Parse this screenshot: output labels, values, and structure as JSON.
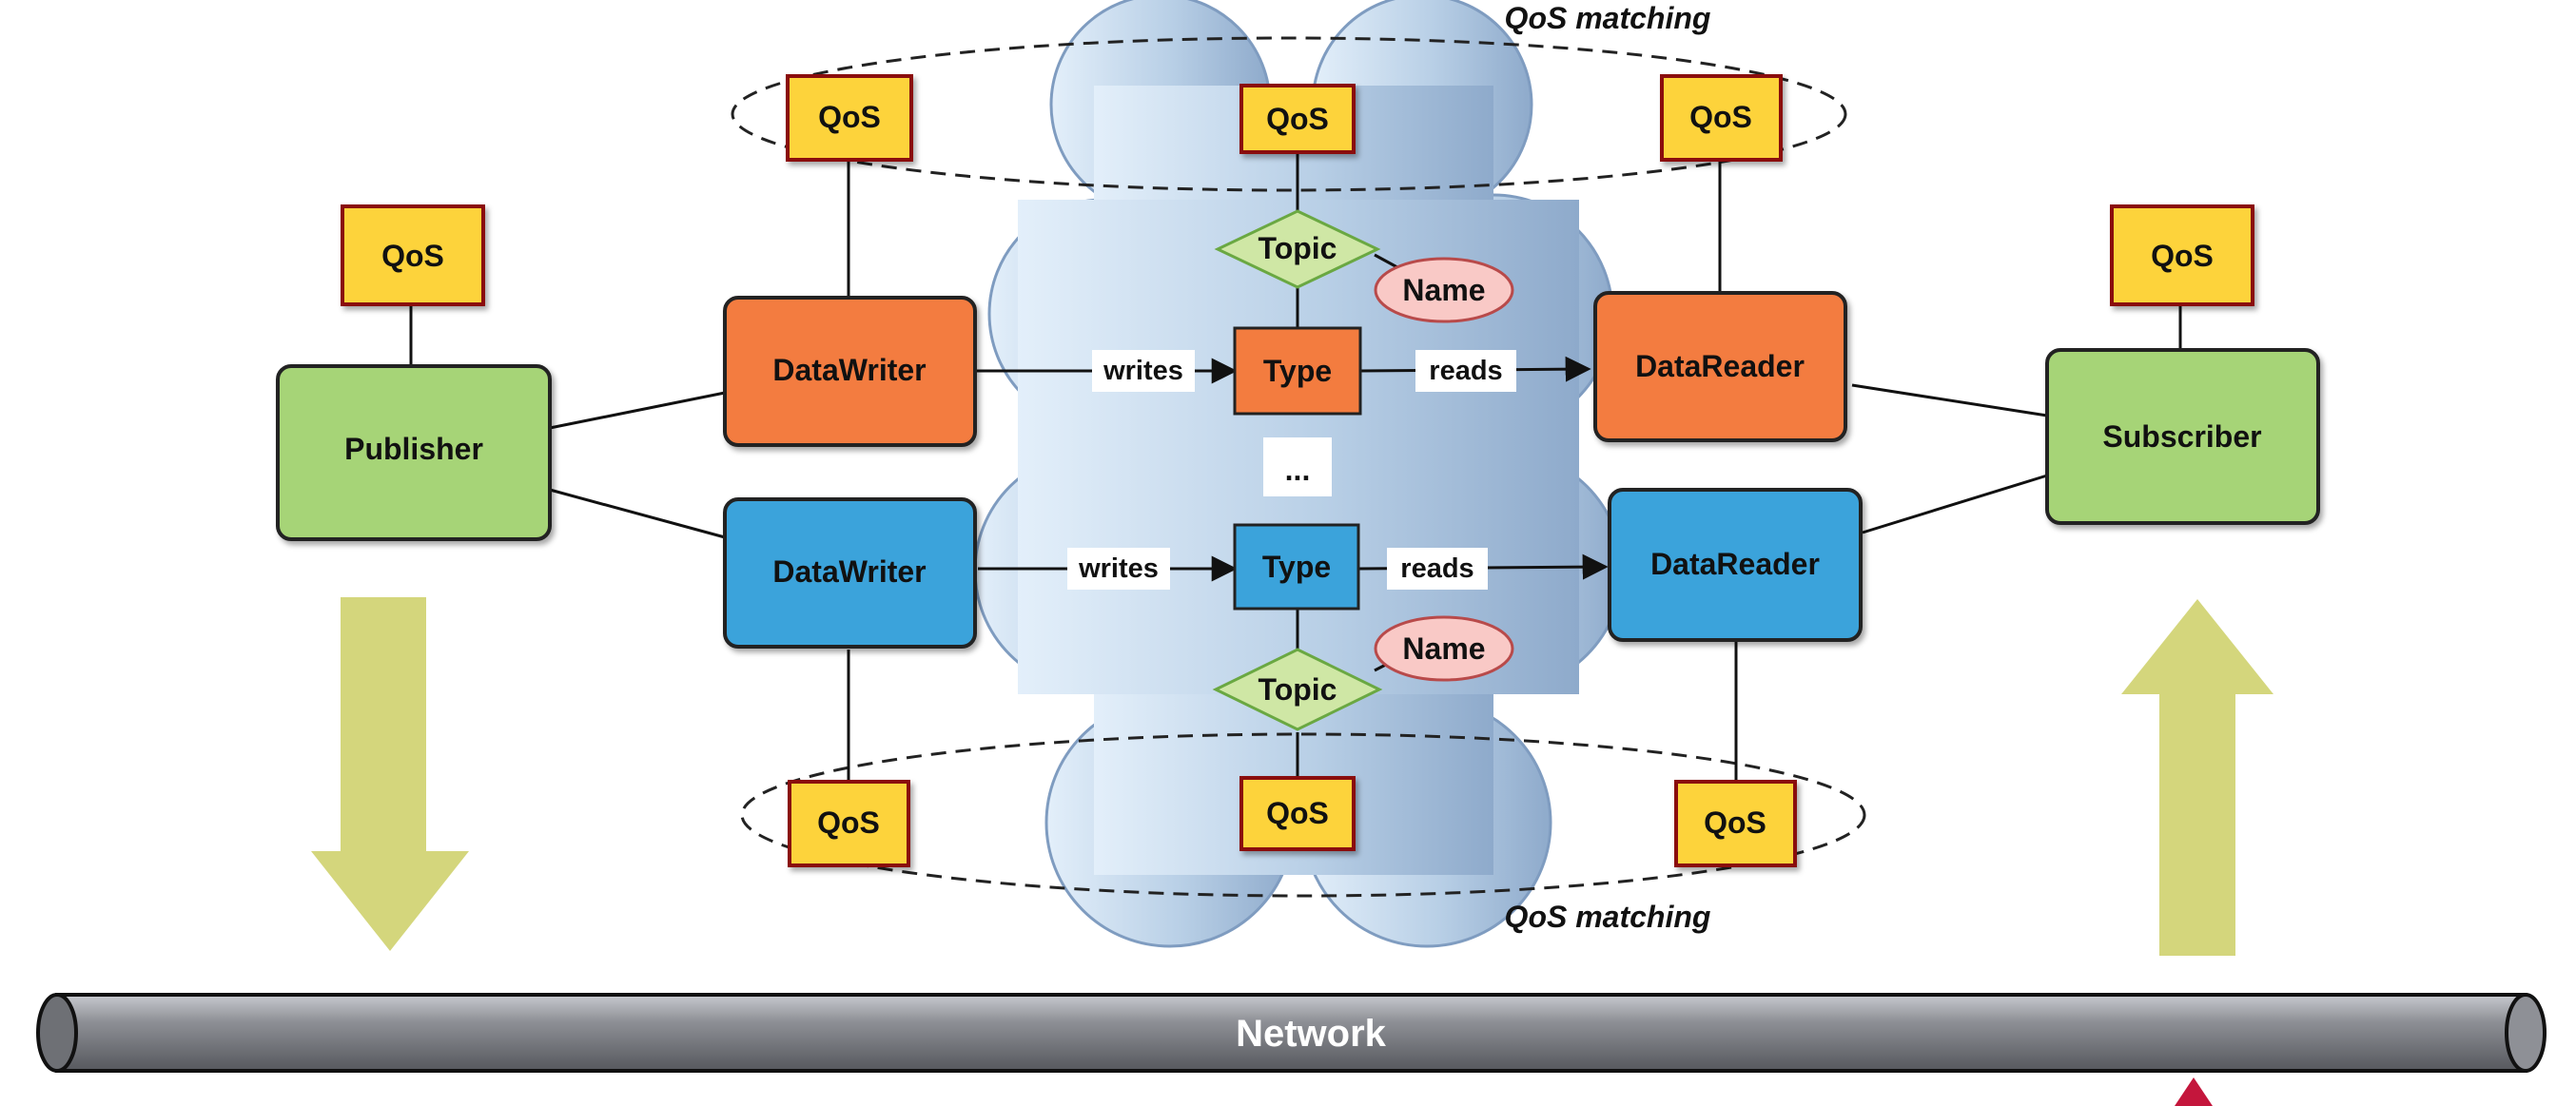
{
  "qos_matching_top": "QoS matching",
  "qos_matching_bottom": "QoS matching",
  "qos_label": "QoS",
  "publisher": {
    "label": "Publisher",
    "qos": "QoS"
  },
  "subscriber": {
    "label": "Subscriber",
    "qos": "QoS"
  },
  "writer_top": {
    "label": "DataWriter",
    "qos": "QoS"
  },
  "writer_bottom": {
    "label": "DataWriter",
    "qos": "QoS"
  },
  "reader_top": {
    "label": "DataReader",
    "qos": "QoS"
  },
  "reader_bottom": {
    "label": "DataReader",
    "qos": "QoS"
  },
  "topic_top": {
    "label": "Topic",
    "name": "Name",
    "type": "Type",
    "qos": "QoS"
  },
  "topic_bottom": {
    "label": "Topic",
    "name": "Name",
    "type": "Type",
    "qos": "QoS"
  },
  "edges": {
    "writes_top": "writes",
    "reads_top": "reads",
    "writes_bottom": "writes",
    "reads_bottom": "reads"
  },
  "ellipsis": "...",
  "network": "Network",
  "colors": {
    "qos": "#fdd33a",
    "qos_border": "#8a1010",
    "green": "#a6d477",
    "orange": "#f37c3f",
    "blue": "#3ba3db",
    "topic": "#cfe7a5",
    "name": "#f9c9c6",
    "arrow": "#d4d67c",
    "network": "#7d7f85"
  }
}
